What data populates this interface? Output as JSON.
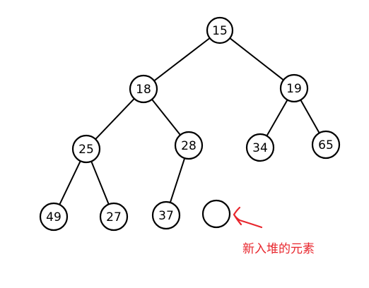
{
  "colors": {
    "stroke": "#000000",
    "accent": "#e8262d",
    "background": "#ffffff"
  },
  "nodes": [
    {
      "id": "n15",
      "label": "15"
    },
    {
      "id": "n18",
      "label": "18"
    },
    {
      "id": "n19",
      "label": "19"
    },
    {
      "id": "n25",
      "label": "25"
    },
    {
      "id": "n28",
      "label": "28"
    },
    {
      "id": "n34",
      "label": "34"
    },
    {
      "id": "n65",
      "label": "65"
    },
    {
      "id": "n49",
      "label": "49"
    },
    {
      "id": "n27",
      "label": "27"
    },
    {
      "id": "n37",
      "label": "37"
    },
    {
      "id": "nNew",
      "label": ""
    }
  ],
  "edges": [
    [
      "n15",
      "n18"
    ],
    [
      "n15",
      "n19"
    ],
    [
      "n18",
      "n25"
    ],
    [
      "n18",
      "n28"
    ],
    [
      "n19",
      "n34"
    ],
    [
      "n19",
      "n65"
    ],
    [
      "n25",
      "n49"
    ],
    [
      "n25",
      "n27"
    ],
    [
      "n28",
      "n37"
    ]
  ],
  "annotation": {
    "text": "新入堆的元素",
    "icon": "hand-drawn-arrow-icon"
  }
}
